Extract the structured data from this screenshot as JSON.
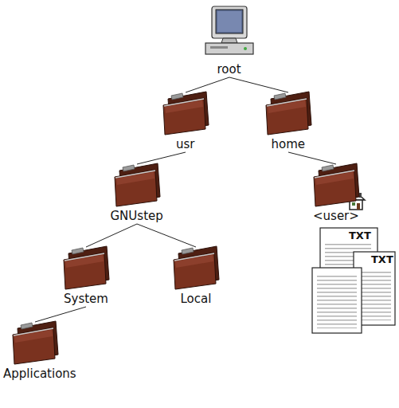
{
  "diagram": {
    "nodes": [
      {
        "text": [
          "root"
        ]
      },
      {
        "text": [
          "usr"
        ]
      },
      {
        "text": [
          "GNUstep"
        ]
      },
      {
        "text": [
          "System"
        ]
      },
      {
        "text": [
          "Local"
        ]
      },
      {
        "text": [
          "Applications"
        ]
      },
      {
        "text": [
          "home"
        ]
      },
      {
        "text": [
          "<user>"
        ]
      }
    ],
    "edges": [
      {
        "from": 0,
        "to": 1,
        "arrow": "none"
      },
      {
        "from": 0,
        "to": 6,
        "arrow": "none"
      },
      {
        "from": 1,
        "to": 2,
        "arrow": "none"
      },
      {
        "from": 2,
        "to": 3,
        "arrow": "none"
      },
      {
        "from": 2,
        "to": 4,
        "arrow": "none"
      },
      {
        "from": 3,
        "to": 5,
        "arrow": "none"
      },
      {
        "from": 6,
        "to": 7,
        "arrow": "none"
      }
    ],
    "labels": [
      "TXT",
      "TXT"
    ]
  }
}
